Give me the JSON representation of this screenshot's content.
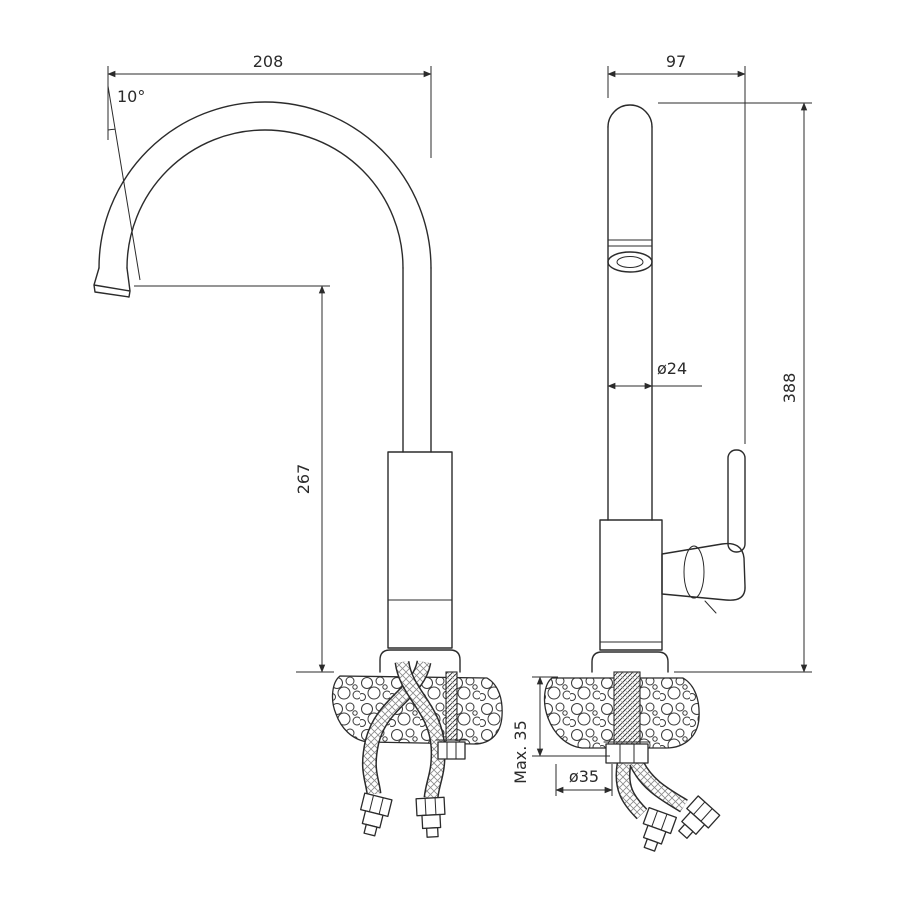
{
  "views": {
    "front": {
      "width": "208",
      "spout_angle": "10°",
      "height_to_spout": "267"
    },
    "side": {
      "width": "97",
      "total_height": "388",
      "spout_diameter": "ø24",
      "max_counter_thickness": "Max. 35",
      "hole_diameter": "ø35"
    }
  },
  "colors": {
    "line": "#2b2b2b",
    "background": "#ffffff"
  }
}
